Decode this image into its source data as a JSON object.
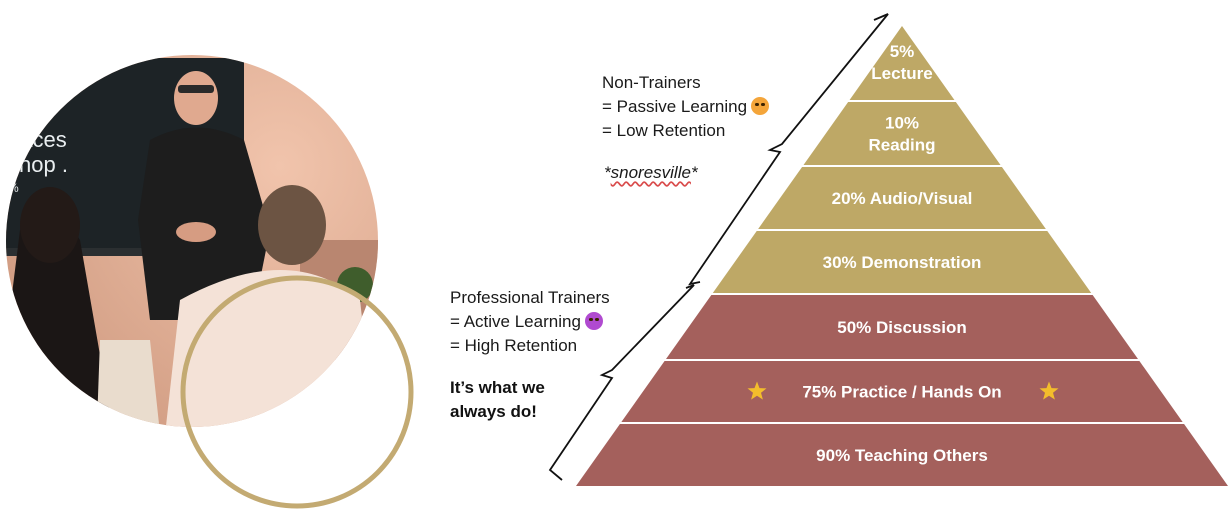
{
  "photo": {
    "screen_text_line1": "paces",
    "screen_text_line2": "shop .",
    "screen_text_line3": "%"
  },
  "annotations": {
    "non_trainers": {
      "line1": "Non-Trainers",
      "line2": "= Passive Learning",
      "line3": "= Low Retention",
      "emoji_icon": "sleepy-face-icon"
    },
    "snoresville": {
      "prefix": "*",
      "word": "snoresville",
      "suffix": "*"
    },
    "professional_trainers": {
      "line1": "Professional Trainers",
      "line2": "= Active Learning",
      "line3": "= High Retention",
      "emoji_icon": "grinning-face-icon"
    },
    "tagline": {
      "line1": "It’s what we",
      "line2": "always do!"
    }
  },
  "pyramid": {
    "tiers": [
      {
        "label_line1": "5%",
        "label_line2": "Lecture",
        "color": "#bea866"
      },
      {
        "label_line1": "10%",
        "label_line2": "Reading",
        "color": "#bea866"
      },
      {
        "label_line1": "20% Audio/Visual",
        "label_line2": "",
        "color": "#bea866"
      },
      {
        "label_line1": "30% Demonstration",
        "label_line2": "",
        "color": "#bea866"
      },
      {
        "label_line1": "50% Discussion",
        "label_line2": "",
        "color": "#a4605c"
      },
      {
        "label_line1": "75% Practice / Hands On",
        "label_line2": "",
        "color": "#a4605c",
        "decor_icon": "star-icon"
      },
      {
        "label_line1": "90% Teaching Others",
        "label_line2": "",
        "color": "#a4605c"
      }
    ],
    "accent_ring_color": "#c3aa72",
    "star_color": "#f3bd2c"
  }
}
